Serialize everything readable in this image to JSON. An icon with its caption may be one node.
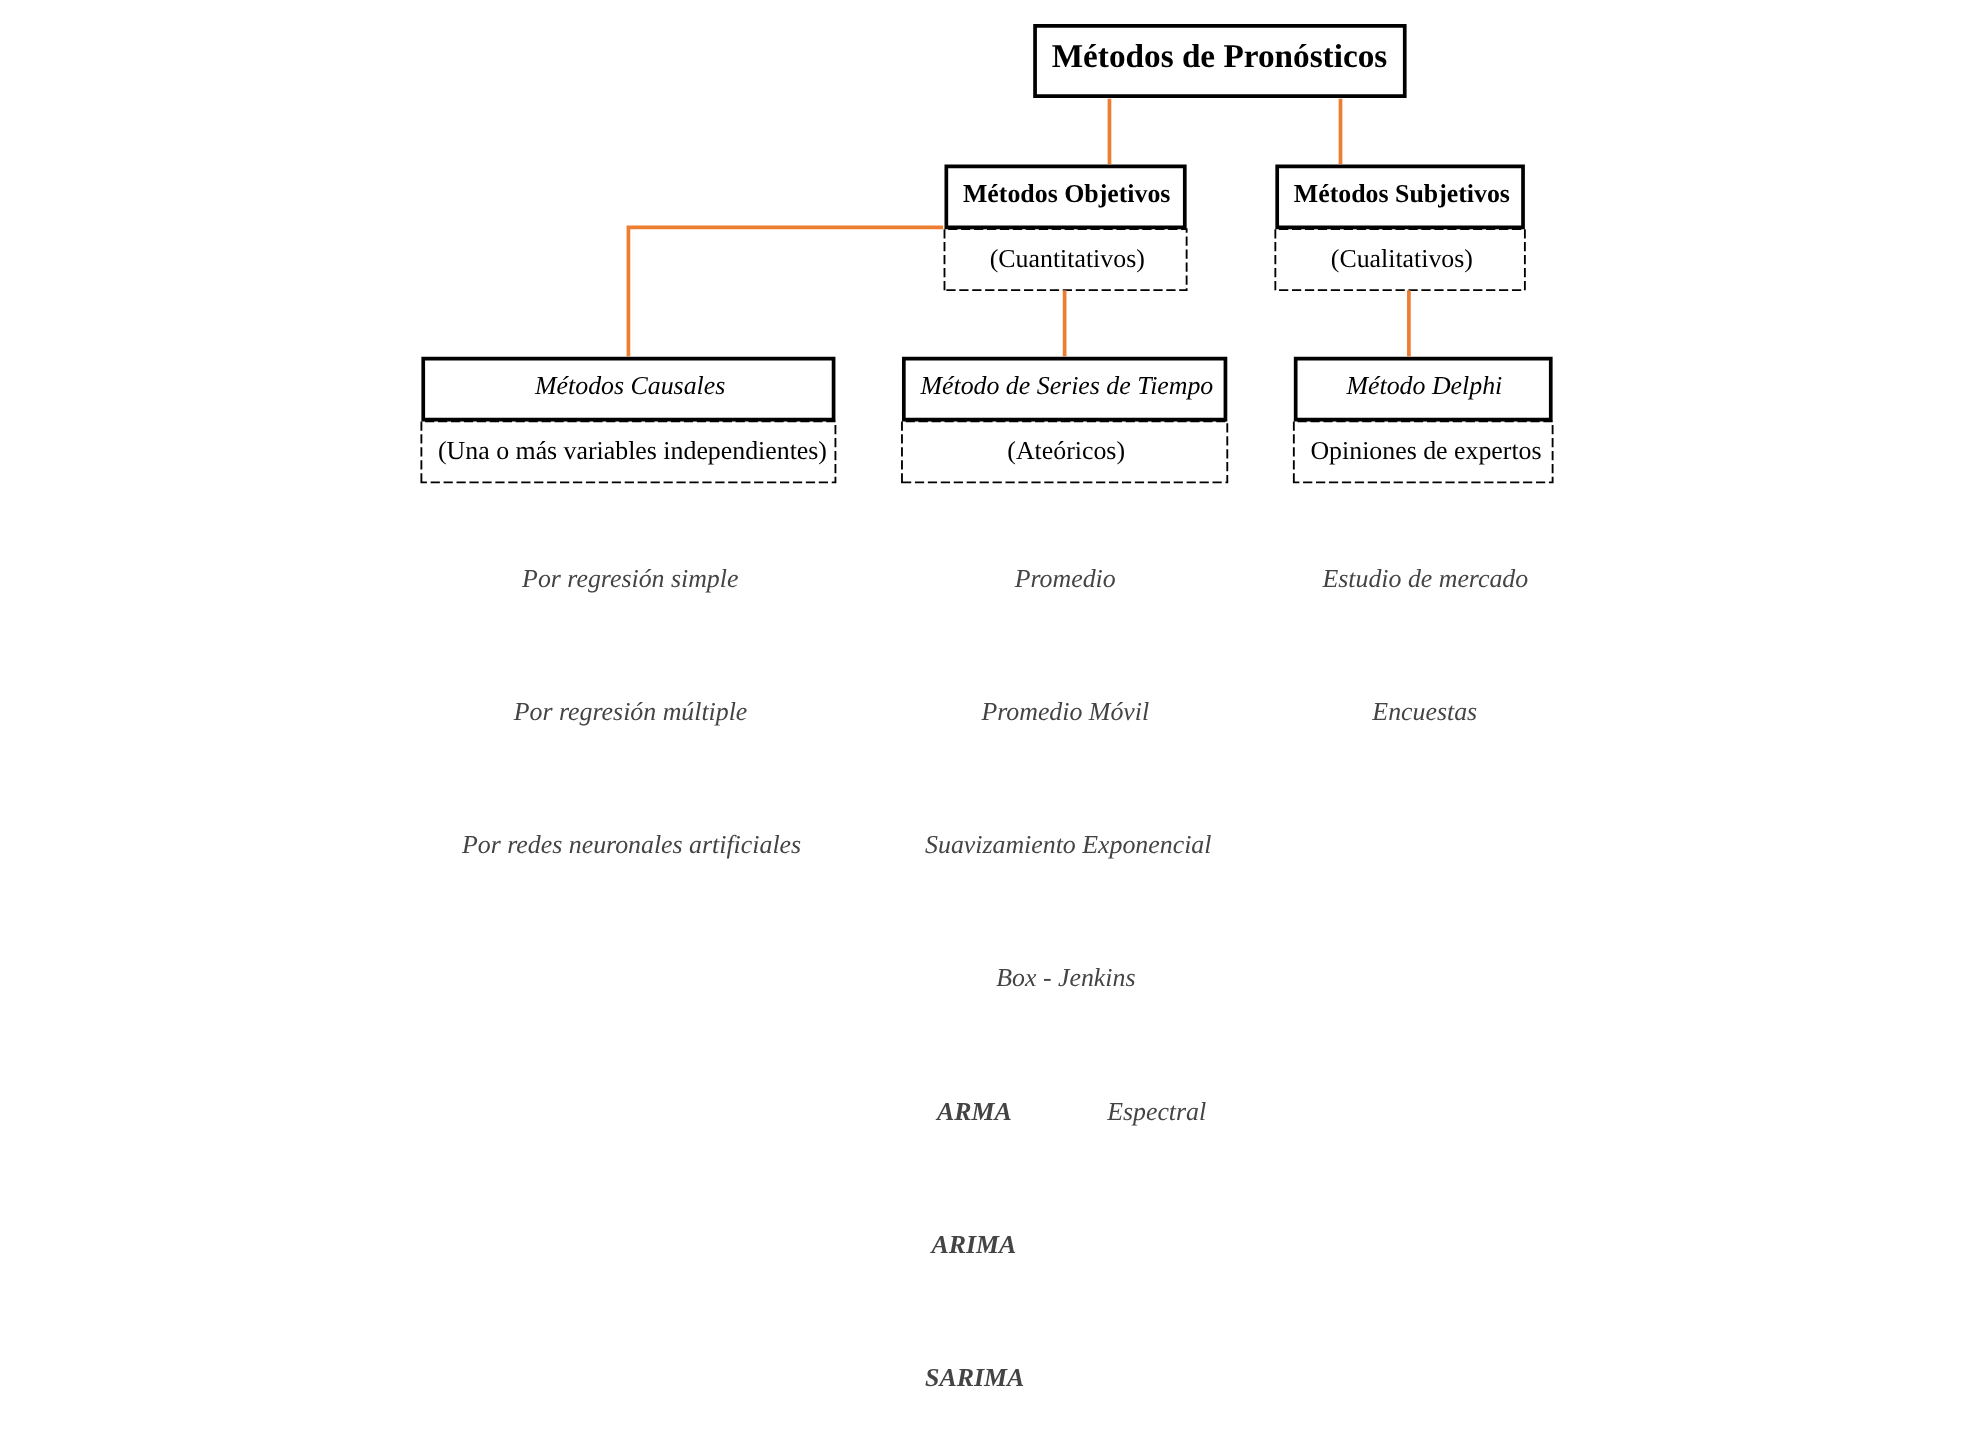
{
  "diagram": {
    "nodes": [
      {
        "text": [
          "Métodos de Pronósticos"
        ]
      },
      {
        "text": [
          "Métodos Objetivos",
          "(Cuantitativos)"
        ]
      },
      {
        "text": [
          "Métodos Subjetivos",
          "(Cualitativos)"
        ]
      },
      {
        "text": [
          "Métodos Causales",
          "(Una o más variables independientes)"
        ]
      },
      {
        "text": [
          "Método de Series de Tiempo",
          "(Ateóricos)"
        ]
      },
      {
        "text": [
          "Método Delphi",
          "Opiniones de expertos"
        ]
      }
    ],
    "edges": [
      {
        "from": 0,
        "to": 1,
        "arrow": "none"
      },
      {
        "from": 0,
        "to": 2,
        "arrow": "none"
      },
      {
        "from": 1,
        "to": 3,
        "arrow": "none"
      },
      {
        "from": 1,
        "to": 4,
        "arrow": "none"
      },
      {
        "from": 2,
        "to": 5,
        "arrow": "none"
      }
    ],
    "labels": [
      "Por regresión simple",
      "Por regresión múltiple",
      "Por redes neuronales artificiales",
      "Promedio",
      "Promedio Móvil",
      "Suavizamiento Exponencial",
      "Box - Jenkins",
      "ARMA",
      "ARIMA",
      "SARIMA",
      "Espectral",
      "Estudio de mercado",
      "Encuestas"
    ]
  }
}
